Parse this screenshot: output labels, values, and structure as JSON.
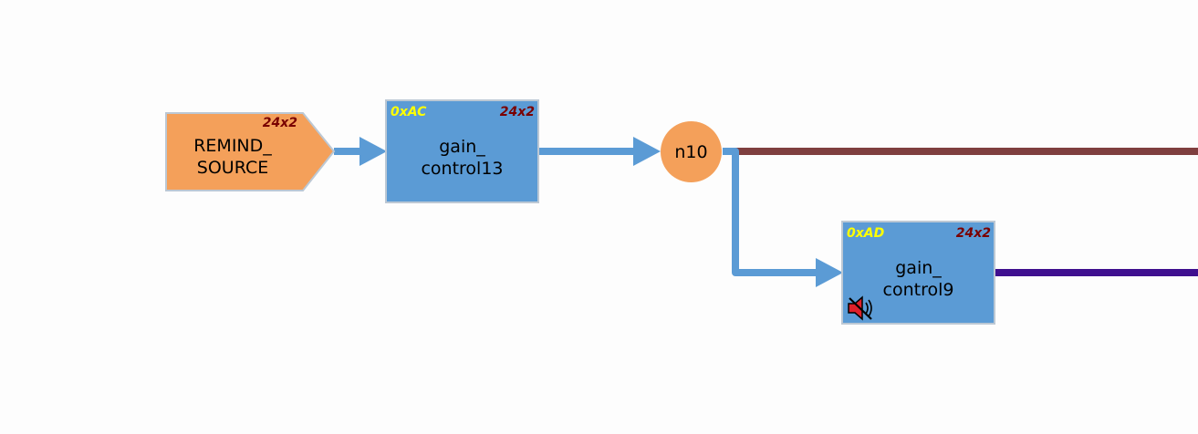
{
  "colors": {
    "background": "#fdfdfd",
    "source_fill": "#f4a05a",
    "block_fill": "#5b9bd5",
    "block_border": "#bcc8d4",
    "node_fill": "#f4a05a",
    "wire_blue": "#5b9bd5",
    "output_brown": "#7f3f3f",
    "output_purple": "#3f0f8f",
    "address_text": "#ffff00",
    "dims_text": "#7a0000"
  },
  "source": {
    "line1": "REMIND_",
    "line2": "SOURCE",
    "dims": "24x2"
  },
  "gain_block_1": {
    "address": "0xAC",
    "dims": "24x2",
    "line1": "gain_",
    "line2": "control13"
  },
  "node": {
    "label": "n10"
  },
  "gain_block_2": {
    "address": "0xAD",
    "dims": "24x2",
    "line1": "gain_",
    "line2": "control9",
    "status_icon": "muted-speaker-icon"
  }
}
